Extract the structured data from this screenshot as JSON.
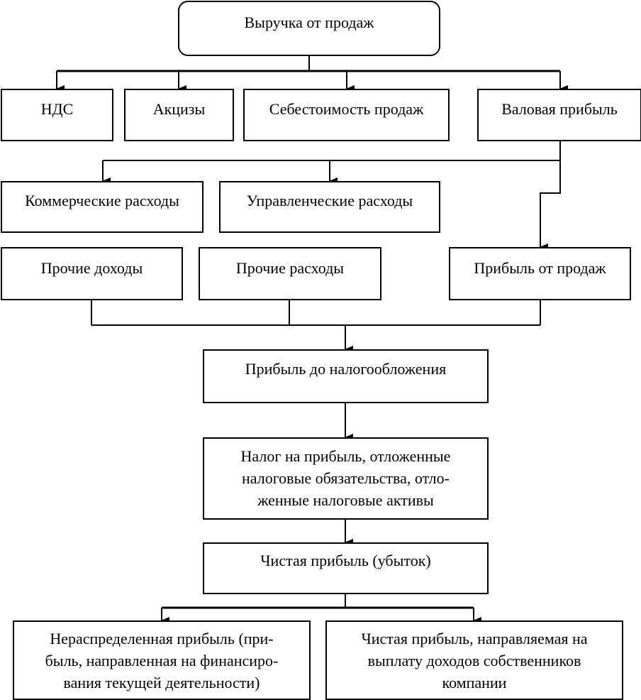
{
  "nodes": {
    "revenue": "Выручка от продаж",
    "vat": "НДС",
    "excise": "Акцизы",
    "cost_of_sales": "Себестоимость продаж",
    "gross_profit": "Валовая прибыль",
    "selling_expenses": "Коммерческие расходы",
    "admin_expenses": "Управленческие расходы",
    "other_income": "Прочие доходы",
    "other_expenses": "Прочие расходы",
    "sales_profit": "Прибыль от продаж",
    "pretax_profit": "Прибыль до налогообложения",
    "income_tax": "Налог на прибыль, отложенные\nналоговые обязательства, отло-\nженные налоговые активы",
    "net_profit": "Чистая прибыль (убыток)",
    "retained_earnings": "Нераспределенная прибыль (при-\nбыль, направленная на финансиро-\nвания текущей деятельности)",
    "dividends": "Чистая прибыль, направляемая на\nвыплату доходов собственников\nкомпании"
  }
}
